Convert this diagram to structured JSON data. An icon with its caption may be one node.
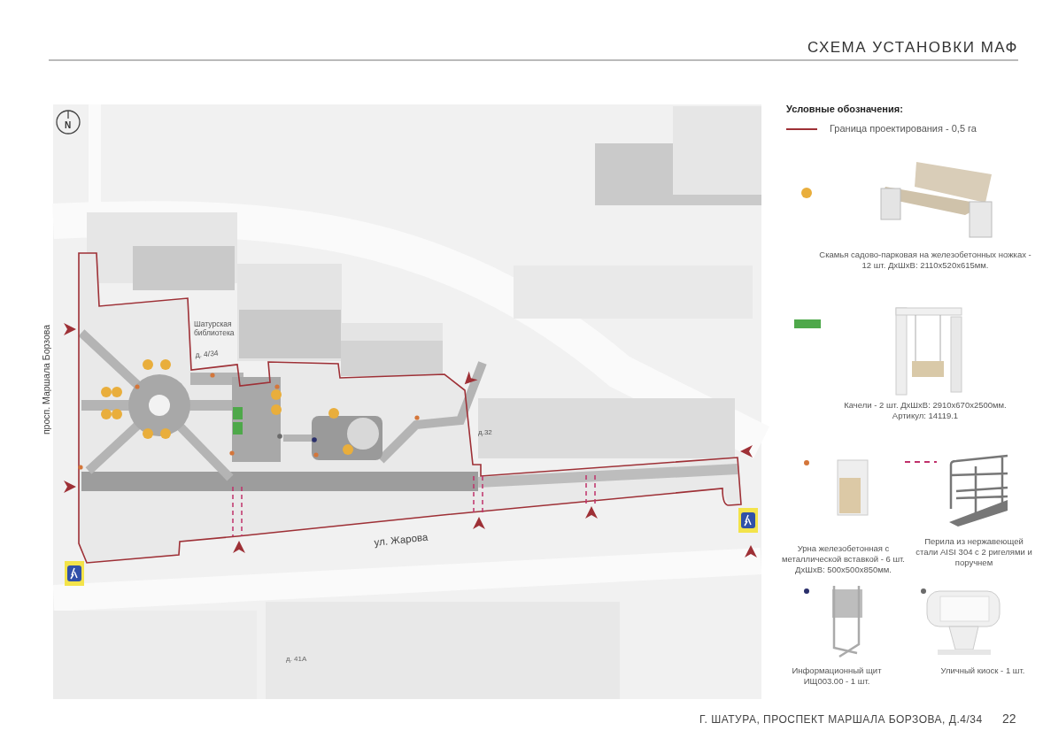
{
  "diagram": {
    "title": "СХЕМА УСТАНОВКИ МАФ",
    "labels": [
      "Условные обозначения:",
      "N",
      "просп. Маршала Борзова",
      "Шатурская библиотека",
      "д. 4/34",
      "д.32",
      "ул. Жарова",
      "д. 41А",
      "Г. ШАТУРА, ПРОСПЕКТ МАРШАЛА БОРЗОВА, Д.4/34",
      "22"
    ],
    "legend": [
      {
        "text": "Граница проектирования - 0,5 га"
      },
      {
        "text": "Скамья садово-парковая на железобетонных ножках - 12 шт. ДхШхВ: 2110x520x615мм.",
        "color": "#e9ae3c"
      },
      {
        "text": "Качели - 2 шт. ДхШхВ: 2910x670x2500мм. Артикул: 14119.1",
        "color": "#4ea84a"
      },
      {
        "text": "Урна железобетонная с металлической вставкой - 6 шт. ДхШхВ: 500x500x850мм.",
        "color": "#d4763a"
      },
      {
        "text": "Перила из нержавеющей стали AISI 304 с 2 ригелями и поручнем"
      },
      {
        "text": "Информационный щит ИЩ003.00 - 1 шт.",
        "color": "#2a2f6b"
      },
      {
        "text": "Уличный киоск - 1 шт.",
        "color": "#6a6a6a"
      }
    ]
  }
}
